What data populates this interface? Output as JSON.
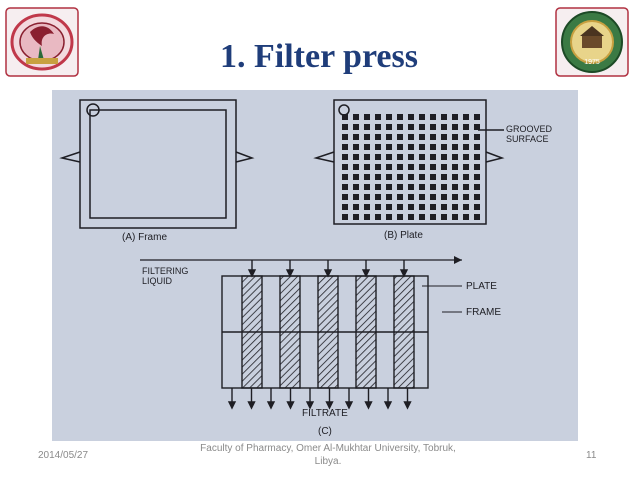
{
  "slide": {
    "title": "1. Filter press",
    "date": "2014/05/27",
    "footer": "Faculty of Pharmacy, Omer Al-Mukhtar University, Tobruk, Libya.",
    "page_number": "11"
  },
  "diagram": {
    "frame_caption": "(A) Frame",
    "plate_caption": "(B) Plate",
    "grooved_label": "GROOVED SURFACE",
    "assembly_caption": "(C)",
    "filtering_label": "FILTERING LIQUID",
    "plate_label": "PLATE",
    "frame_label": "FRAME",
    "filtrate_label": "FILTRATE"
  },
  "logos": {
    "left": "faculty-emblem",
    "right": "university-seal",
    "right_year": "1975"
  },
  "colors": {
    "title": "#1f3d7a",
    "paper": "#c9d0de",
    "ink": "#1e1e24"
  }
}
